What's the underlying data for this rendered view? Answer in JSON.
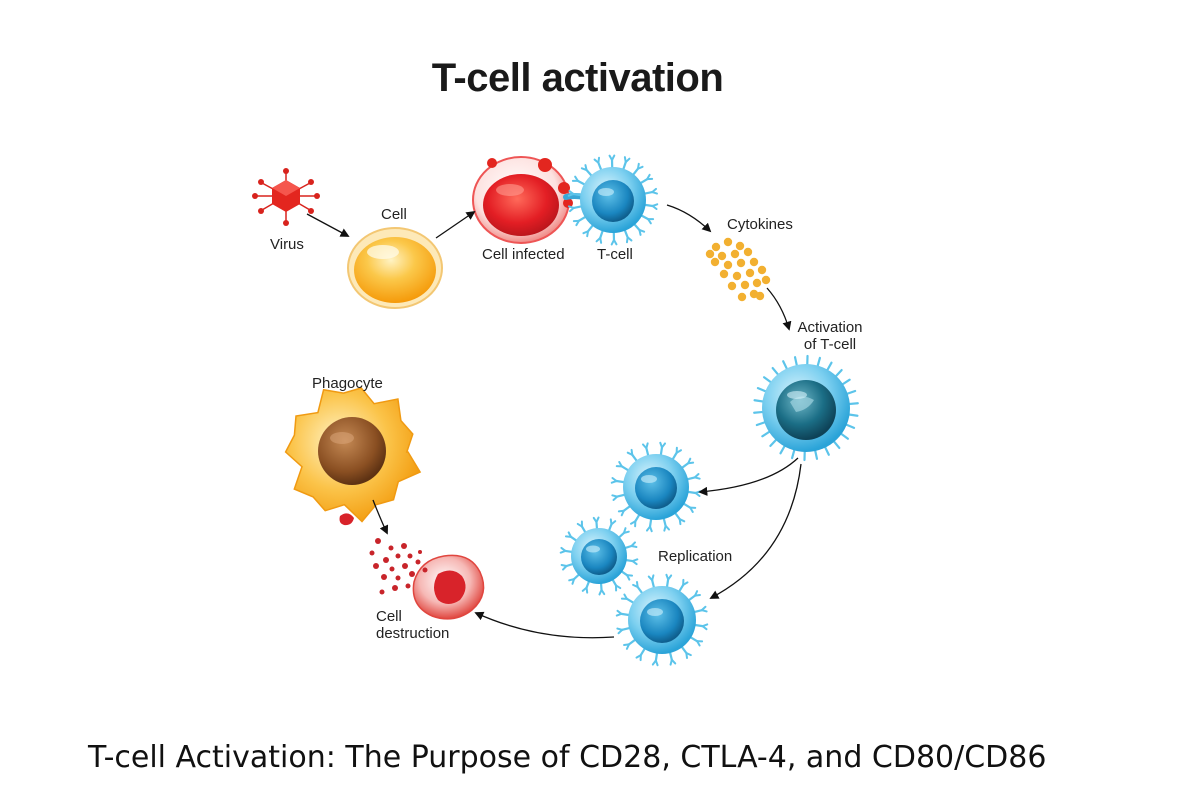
{
  "diagram": {
    "title": "T-cell activation",
    "labels": {
      "virus": "Virus",
      "cell": "Cell",
      "cell_infected": "Cell infected",
      "tcell": "T-cell",
      "cytokines": "Cytokines",
      "activation_line1": "Activation",
      "activation_line2": "of T-cell",
      "replication": "Replication",
      "phagocyte": "Phagocyte",
      "destruction_line1": "Cell",
      "destruction_line2": "destruction"
    },
    "colors": {
      "virus": "#e3261f",
      "cell": "#f7b21c",
      "infected": "#e31e24",
      "tcell": "#2aa3d8",
      "tcell_spikes": "#5cc4ea",
      "cytokines": "#f2b031",
      "phagocyte": "#f4a614",
      "nucleus": "#8a4f22",
      "arrow": "#111111"
    }
  },
  "caption": "T-cell Activation: The Purpose of CD28, CTLA-4, and CD80/CD86"
}
